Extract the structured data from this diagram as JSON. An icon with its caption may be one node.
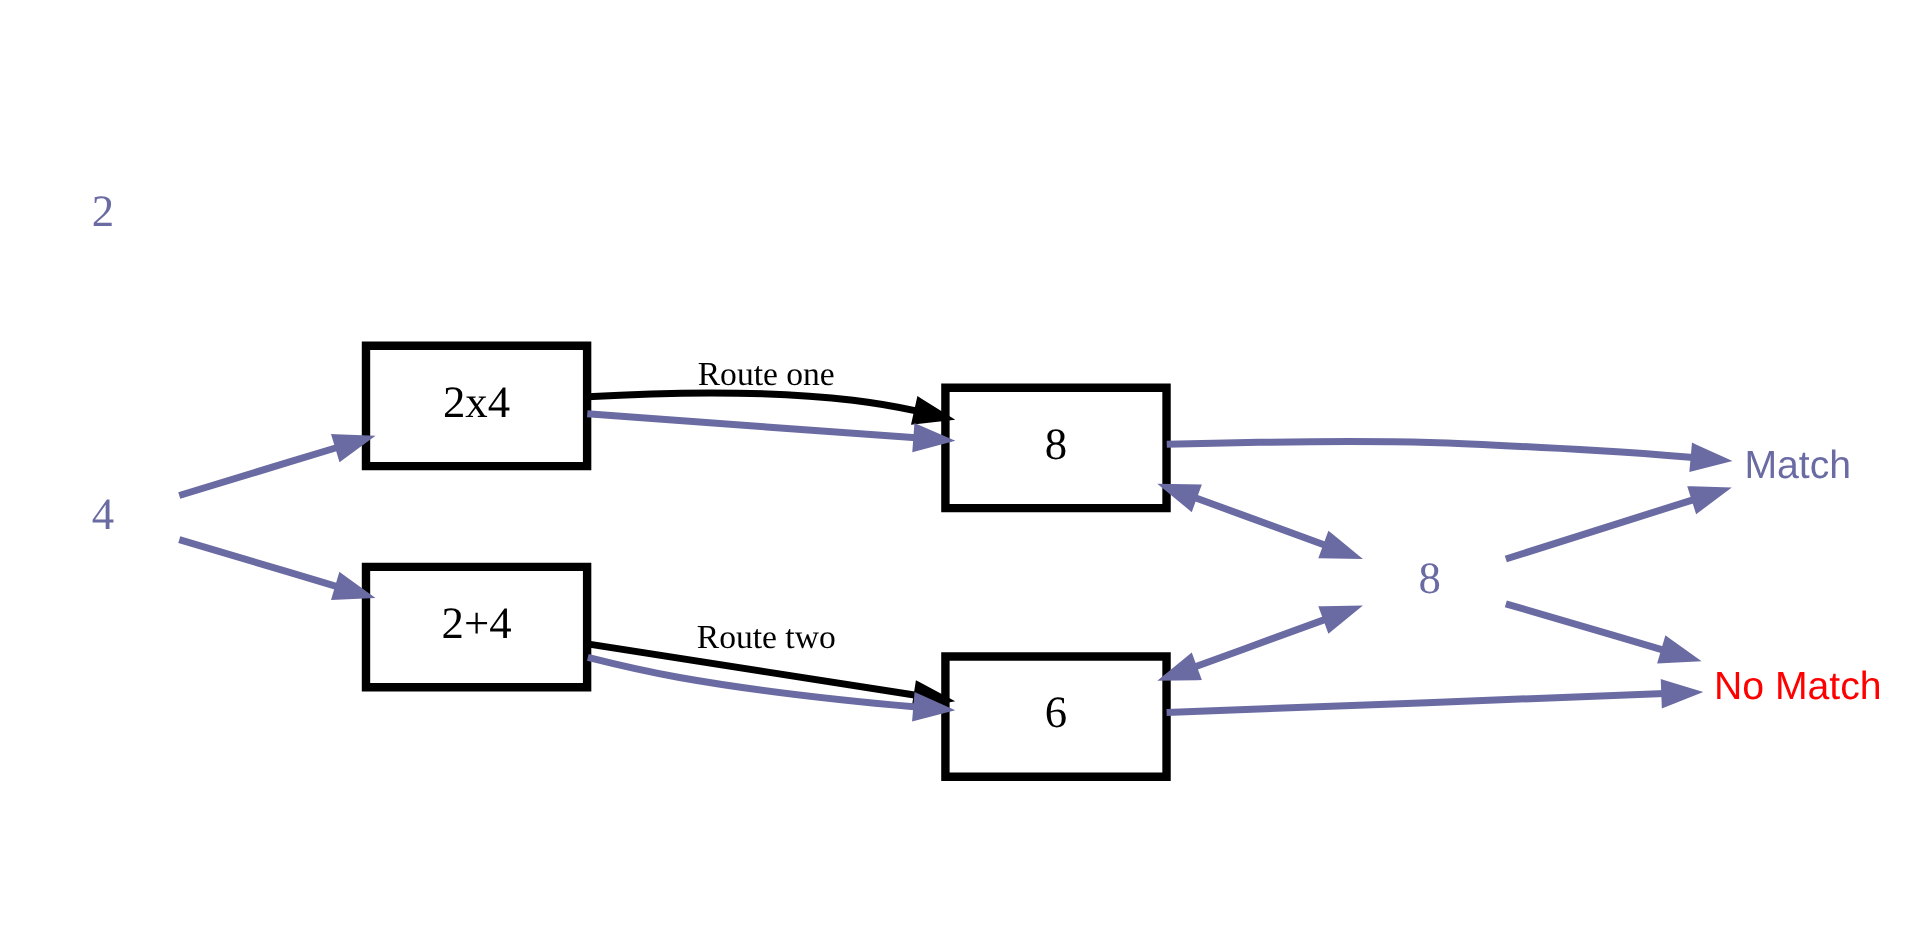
{
  "diagram": {
    "nodes": [
      {
        "text": [
          "4"
        ]
      },
      {
        "text": [
          "2x4"
        ]
      },
      {
        "text": [
          "8"
        ]
      },
      {
        "text": [
          "2+4"
        ]
      },
      {
        "text": [
          "6"
        ]
      },
      {
        "text": [
          "Match"
        ]
      },
      {
        "text": [
          "No Match"
        ]
      },
      {
        "text": [
          "8"
        ]
      }
    ],
    "edges": [
      {
        "from": 0,
        "to": 1,
        "arrow": "to"
      },
      {
        "from": 0,
        "to": 3,
        "arrow": "to"
      },
      {
        "from": 1,
        "to": 2,
        "arrow": "to",
        "label": "Route one",
        "color": "#000000"
      },
      {
        "from": 1,
        "to": 2,
        "arrow": "to"
      },
      {
        "from": 3,
        "to": 4,
        "arrow": "to",
        "label": "Route two",
        "color": "#000000"
      },
      {
        "from": 3,
        "to": 4,
        "arrow": "to"
      },
      {
        "from": 2,
        "to": 7,
        "arrow": "both"
      },
      {
        "from": 2,
        "to": 5,
        "arrow": "to"
      },
      {
        "from": 7,
        "to": 5,
        "arrow": "to"
      },
      {
        "from": 4,
        "to": 7,
        "arrow": "both"
      },
      {
        "from": 4,
        "to": 6,
        "arrow": "to"
      },
      {
        "from": 7,
        "to": 6,
        "arrow": "to"
      }
    ],
    "labels": [
      "2"
    ]
  }
}
